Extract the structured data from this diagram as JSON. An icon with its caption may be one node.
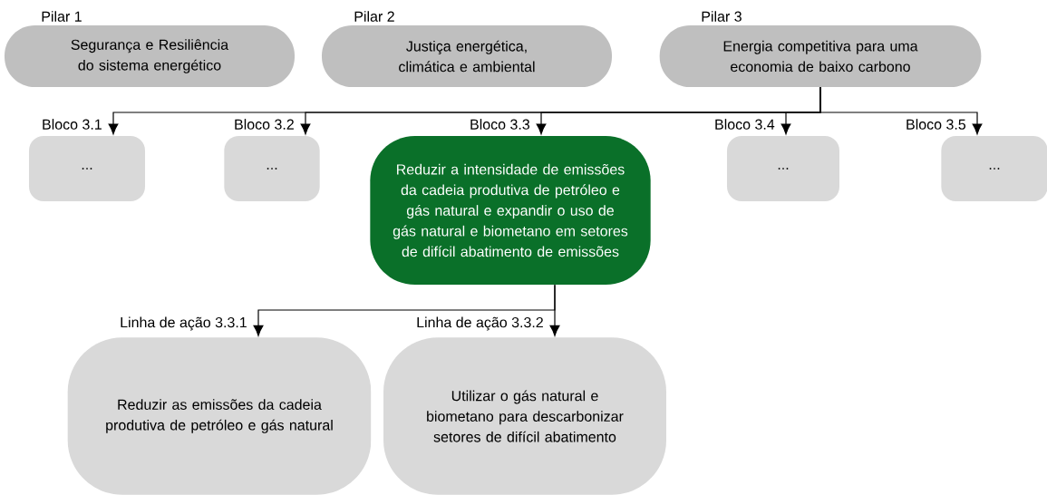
{
  "diagram": {
    "nodes": [
      {
        "text": [
          "Pilar 1",
          "Segurança e Resiliência do sistema energético"
        ]
      },
      {
        "text": [
          "Pilar 2",
          "Justiça energética, climática e ambiental"
        ]
      },
      {
        "text": [
          "Pilar 3",
          "Energia competitiva para uma economia de baixo carbono"
        ]
      },
      {
        "text": [
          "Bloco 3.1",
          "..."
        ]
      },
      {
        "text": [
          "Bloco 3.2",
          "..."
        ]
      },
      {
        "text": [
          "Bloco 3.3",
          "Reduzir a intensidade de emissões da cadeia produtiva de petróleo e gás natural e expandir o uso de gás natural e biometano em setores de difícil abatimento de emissões"
        ]
      },
      {
        "text": [
          "Bloco 3.4",
          "..."
        ]
      },
      {
        "text": [
          "Bloco 3.5",
          "..."
        ]
      },
      {
        "text": [
          "Linha de ação 3.3.1",
          "Reduzir as emissões da cadeia produtiva de petróleo e gás natural"
        ]
      },
      {
        "text": [
          "Linha de ação 3.3.2",
          "Utilizar o gás natural e biometano para descarbonizar setores de difícil abatimento"
        ]
      }
    ],
    "edges": [
      {
        "from": 2,
        "to": 3,
        "arrow": "to"
      },
      {
        "from": 2,
        "to": 4,
        "arrow": "to"
      },
      {
        "from": 2,
        "to": 5,
        "arrow": "to"
      },
      {
        "from": 2,
        "to": 6,
        "arrow": "to"
      },
      {
        "from": 2,
        "to": 7,
        "arrow": "to"
      },
      {
        "from": 5,
        "to": 8,
        "arrow": "to"
      },
      {
        "from": 5,
        "to": 9,
        "arrow": "to"
      }
    ]
  }
}
